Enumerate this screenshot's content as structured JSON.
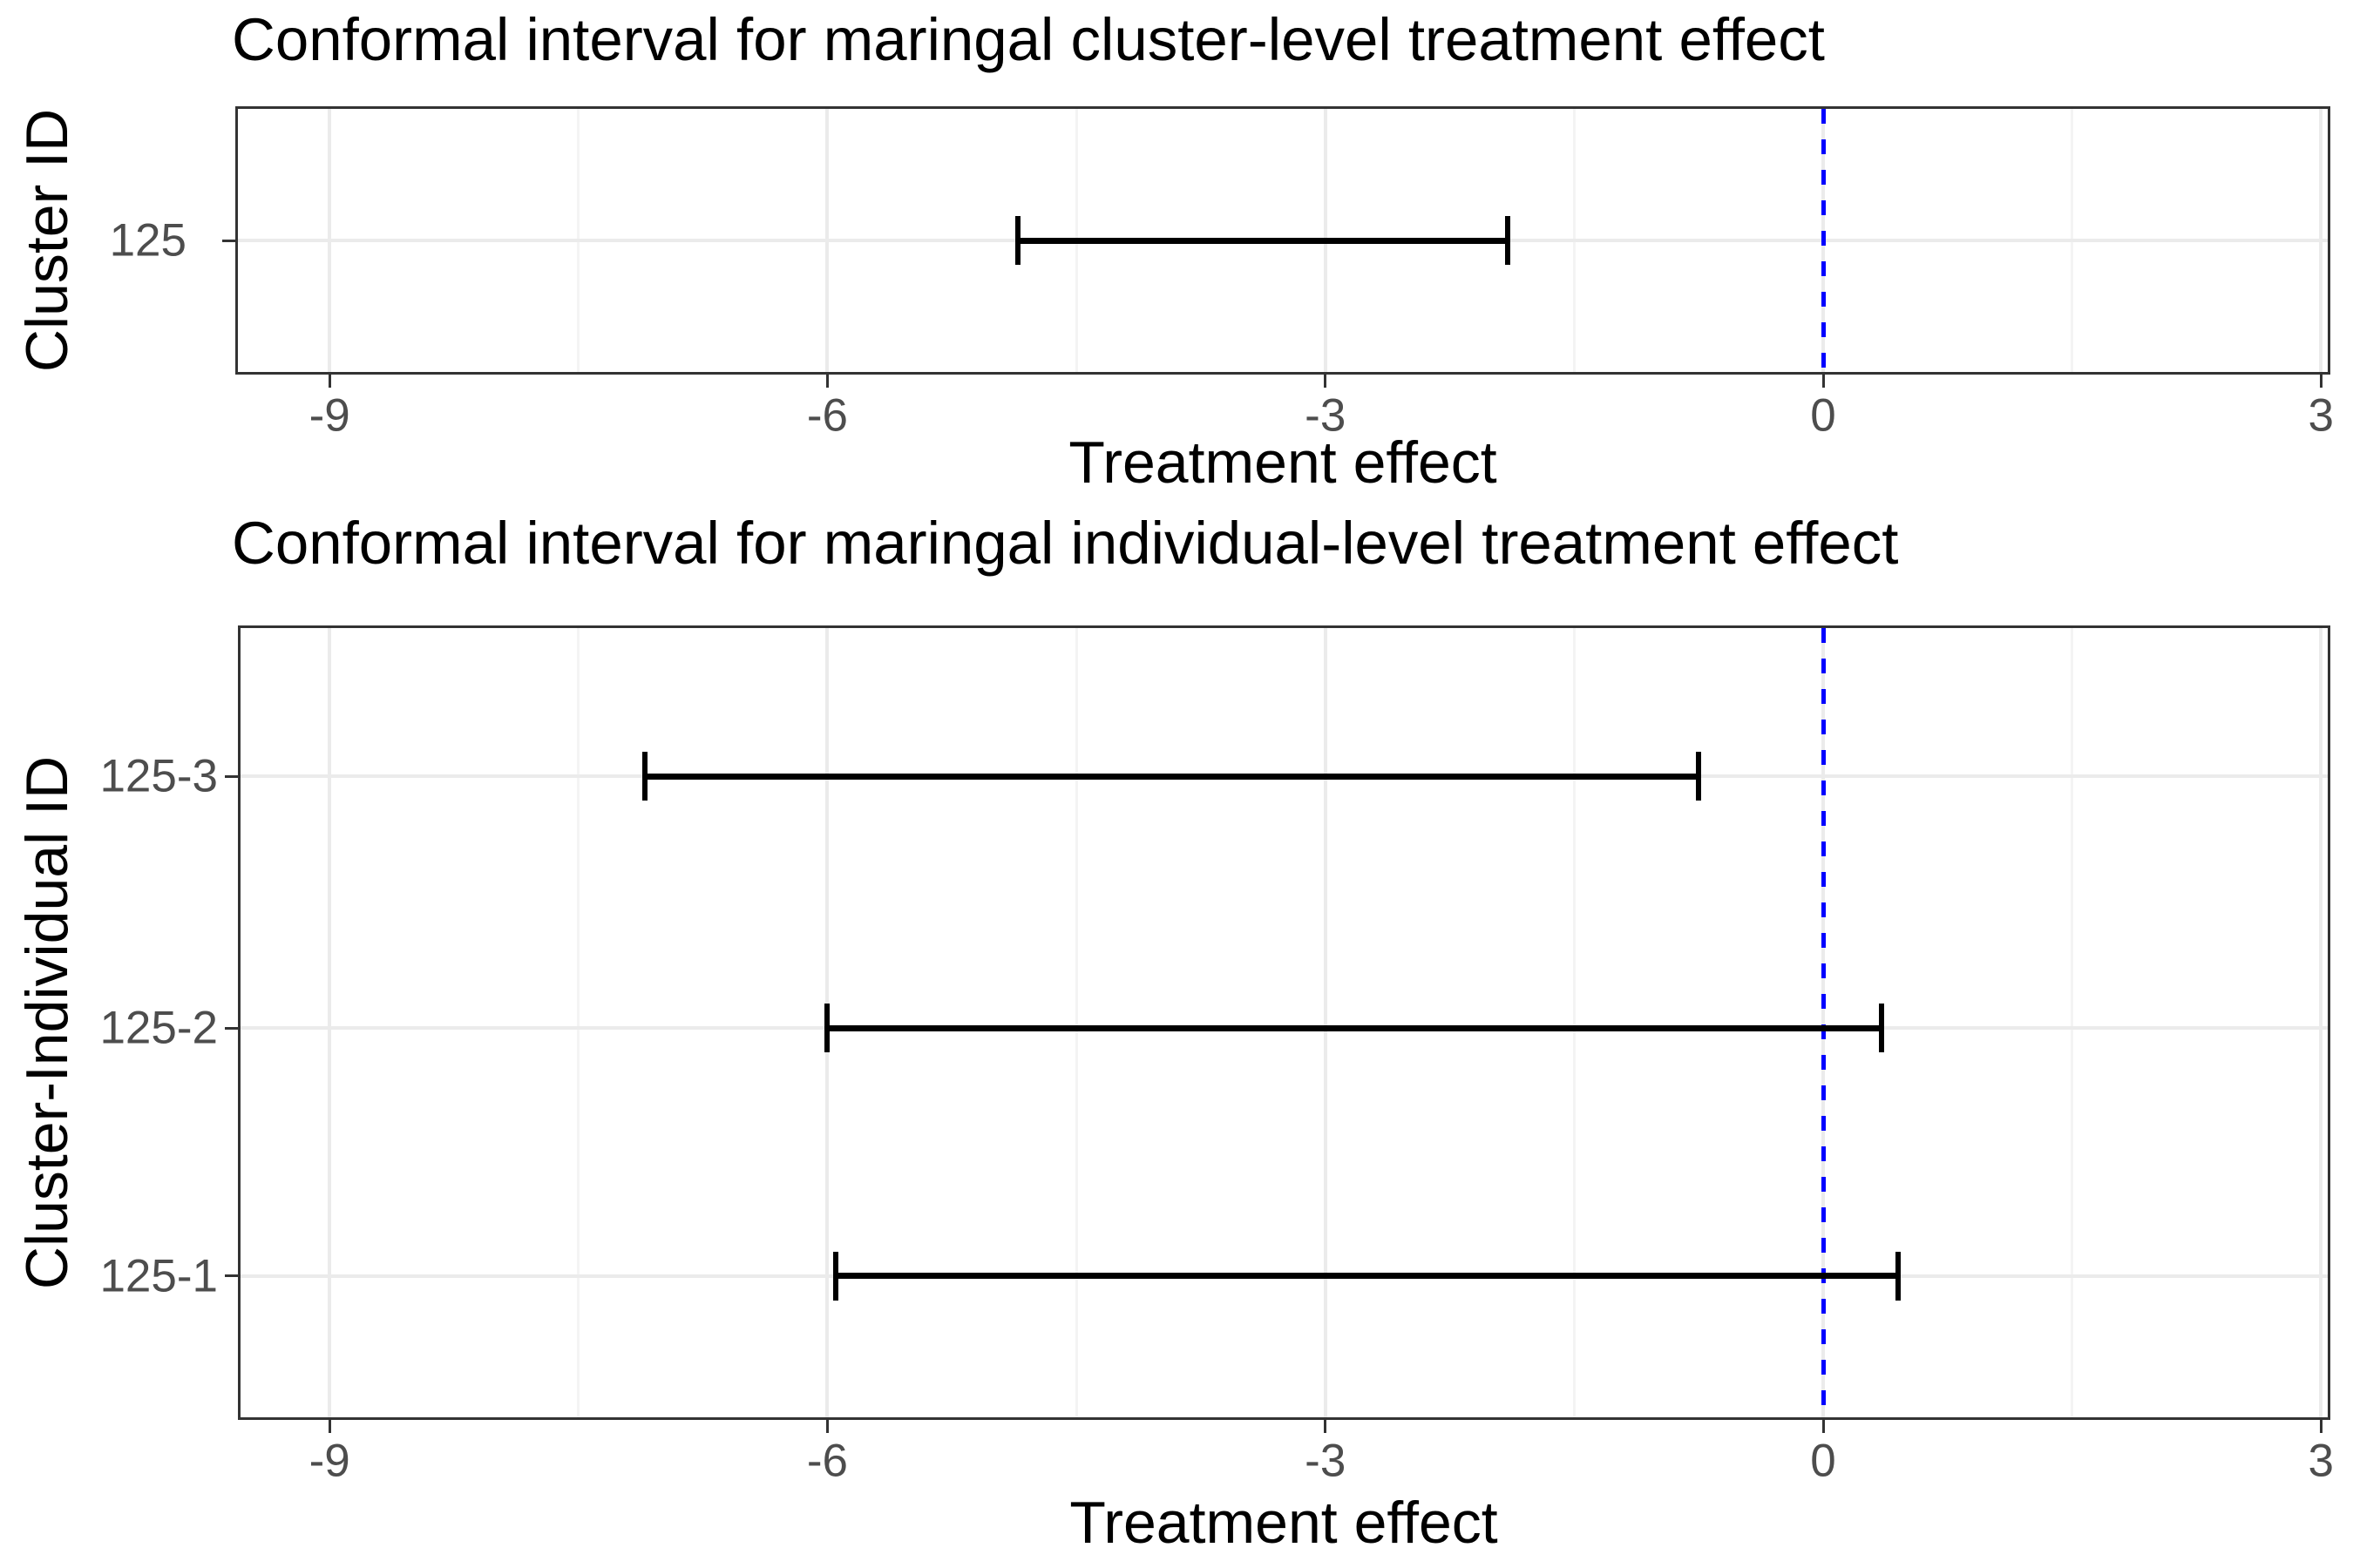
{
  "style": {
    "background": "#ffffff",
    "reference_line_color": "#0000ff",
    "interval_color": "#000000",
    "tick_label_color": "#4d4d4d",
    "axis_text_color": "#000000",
    "grid_major_color": "#ebebeb",
    "grid_minor_color": "#f4f4f4",
    "panel_border_color": "#333333"
  },
  "chart_data": [
    {
      "type": "errorbar",
      "title": "Conformal interval for maringal cluster-level treatment effect",
      "xlabel": "Treatment effect",
      "ylabel": "Cluster ID",
      "categories": [
        "125"
      ],
      "intervals": [
        {
          "id": "125",
          "lower": -4.85,
          "upper": -1.9
        }
      ],
      "x_ticks": [
        -9,
        -6,
        -3,
        0,
        3
      ],
      "minor_gridlines_x": [
        -7.5,
        -4.5,
        -1.5,
        1.5
      ],
      "xlim": [
        -9.57,
        3.06
      ],
      "reference_line_x": 0,
      "reference_line_style": "dashed",
      "grid": true,
      "legend": false
    },
    {
      "type": "errorbar",
      "title": "Conformal interval for maringal individual-level treatment effect",
      "xlabel": "Treatment effect",
      "ylabel": "Cluster-Individual ID",
      "categories": [
        "125-3",
        "125-2",
        "125-1"
      ],
      "intervals": [
        {
          "id": "125-3",
          "lower": -7.1,
          "upper": -0.75
        },
        {
          "id": "125-2",
          "lower": -6.0,
          "upper": 0.35
        },
        {
          "id": "125-1",
          "lower": -5.95,
          "upper": 0.45
        }
      ],
      "x_ticks": [
        -9,
        -6,
        -3,
        0,
        3
      ],
      "minor_gridlines_x": [
        -7.5,
        -4.5,
        -1.5,
        1.5
      ],
      "xlim": [
        -9.55,
        3.06
      ],
      "reference_line_x": 0,
      "reference_line_style": "dashed",
      "grid": true,
      "legend": false
    }
  ]
}
